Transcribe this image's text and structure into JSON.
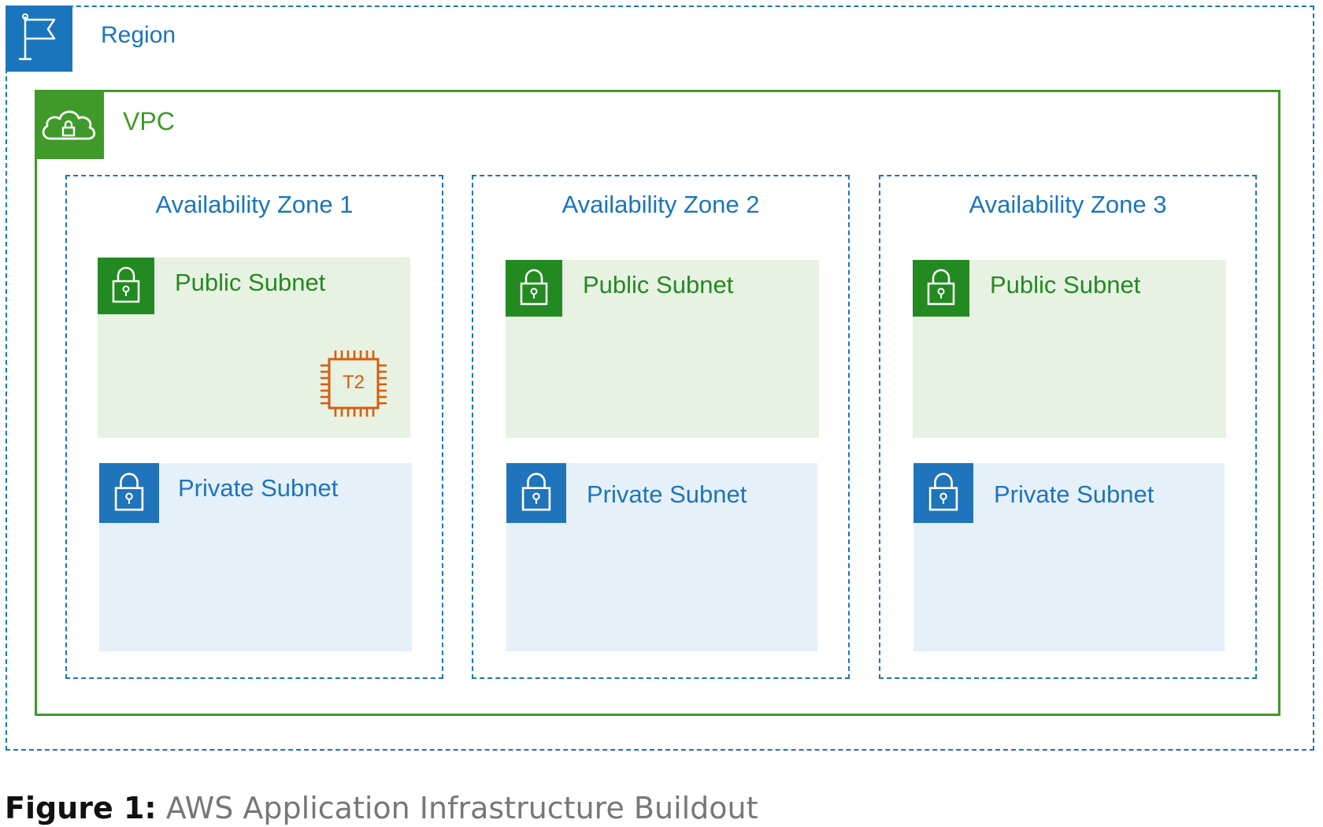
{
  "region": {
    "label": "Region",
    "icon": "flag-icon",
    "color": "#1a75bc"
  },
  "vpc": {
    "label": "VPC",
    "icon": "cloud-lock-icon",
    "color": "#3f9a2a"
  },
  "zones": [
    {
      "label": "Availability Zone 1",
      "public_subnet": {
        "label": "Public Subnet",
        "icon": "lock-icon"
      },
      "private_subnet": {
        "label": "Private Subnet",
        "icon": "lock-icon"
      },
      "instance": {
        "label": "T2",
        "icon": "ec2-chip-icon",
        "color": "#d55f0e"
      }
    },
    {
      "label": "Availability Zone 2",
      "public_subnet": {
        "label": "Public Subnet",
        "icon": "lock-icon"
      },
      "private_subnet": {
        "label": "Private Subnet",
        "icon": "lock-icon"
      }
    },
    {
      "label": "Availability Zone 3",
      "public_subnet": {
        "label": "Public Subnet",
        "icon": "lock-icon"
      },
      "private_subnet": {
        "label": "Private Subnet",
        "icon": "lock-icon"
      }
    }
  ],
  "caption": {
    "prefix": "Figure 1:",
    "text": "AWS Application Infrastructure Buildout"
  }
}
